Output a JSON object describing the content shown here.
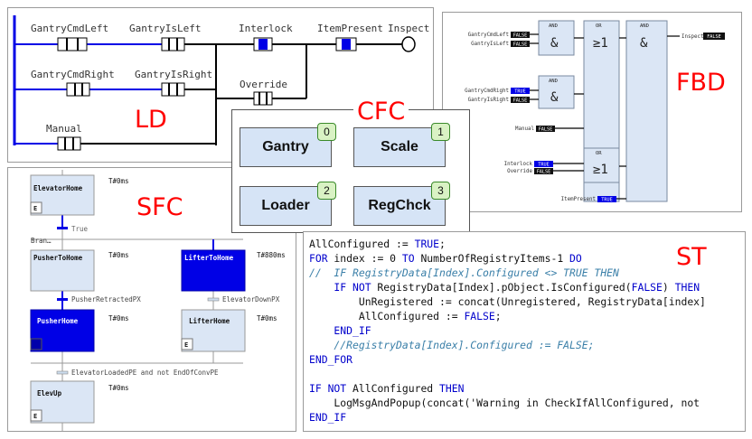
{
  "ld": {
    "title": "LD",
    "contacts": [
      "GantryCmdLeft",
      "GantryIsLeft",
      "Interlock",
      "ItemPresent",
      "Inspect",
      "GantryCmdRight",
      "GantryIsRight",
      "Override",
      "Manual"
    ]
  },
  "fbd": {
    "title": "FBD",
    "and1": "AND",
    "and1_sym": "&",
    "or1": "OR",
    "or1_sym": "≥1",
    "and3": "AND",
    "and3_sym": "&",
    "and2": "AND",
    "and2_sym": "&",
    "or2": "OR",
    "or2_sym": "≥1",
    "gantry_cmd_left": "GantryCmdLeft",
    "gantry_is_left": "GantryIsLeft",
    "gantry_cmd_right": "GantryCmdRight",
    "gantry_is_right": "GantryIsRight",
    "manual": "Manual",
    "interlock": "Interlock",
    "override": "Override",
    "item_present": "ItemPresent",
    "inspect": "Inspect",
    "false_val": "FALSE",
    "true_val": "TRUE"
  },
  "cfc": {
    "title": "CFC",
    "blocks": [
      {
        "label": "Gantry",
        "num": "0"
      },
      {
        "label": "Scale",
        "num": "1"
      },
      {
        "label": "Loader",
        "num": "2"
      },
      {
        "label": "RegChck",
        "num": "3"
      }
    ]
  },
  "sfc": {
    "title": "SFC",
    "elevator_home": "ElevatorHome",
    "e": "E",
    "t0": "T#0ms",
    "t880": "T#880ms",
    "true_label": "True",
    "branch": "Bran…",
    "pusher_to_home": "PusherToHome",
    "lifter_to_home": "LifterToHome",
    "pusher_retracted": "PusherRetractedPX",
    "elevator_down": "ElevatorDownPX",
    "pusher_home": "PusherHome",
    "lifter_home": "LifterHome",
    "elevator_loaded": "ElevatorLoadedPE  and not EndOfConvPE",
    "elev_up": "ElevUp"
  },
  "st": {
    "title": "ST",
    "l1a": "AllConfigured := ",
    "l1b": "TRUE",
    "l1c": ";",
    "l2a": "FOR",
    "l2b": " index := 0 ",
    "l2c": "TO",
    "l2d": " NumberOfRegistryItems-1 ",
    "l2e": "DO",
    "l3": "//  IF RegistryData[Index].Configured <> TRUE THEN",
    "l4a": "    IF NOT",
    "l4b": " RegistryData[Index].pObject.IsConfigured(",
    "l4c": "FALSE",
    "l4d": ") ",
    "l4e": "THEN",
    "l5": "        UnRegistered := concat(Unregistered, RegistryData[index]",
    "l6a": "        AllConfigured := ",
    "l6b": "FALSE",
    "l6c": ";",
    "l7": "    END_IF",
    "l8": "    //RegistryData[Index].Configured := FALSE;",
    "l9": "END_FOR",
    "l10a": "IF NOT",
    "l10b": " AllConfigured ",
    "l10c": "THEN",
    "l11": "    LogMsgAndPopup(concat('Warning in CheckIfAllConfigured, not",
    "l12": "END_IF"
  },
  "colors": {
    "active_blue": "#0000e6",
    "box_fill": "#dbe6f5",
    "red_title": "#ff0000"
  }
}
